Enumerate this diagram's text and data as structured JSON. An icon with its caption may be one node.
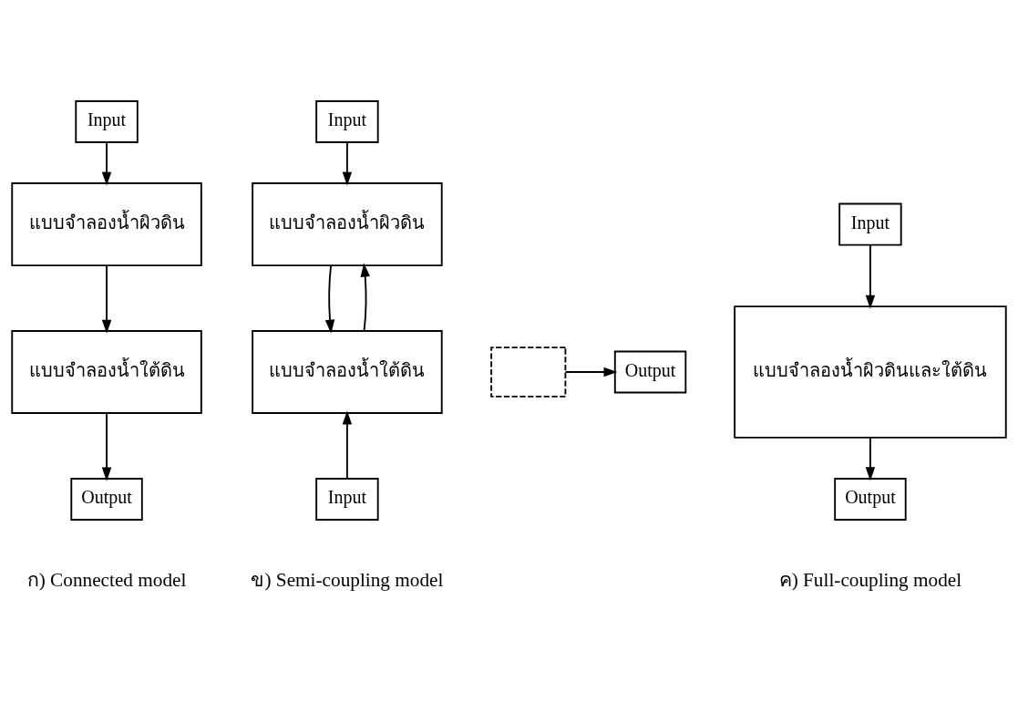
{
  "diagram": {
    "nodes": [
      {
        "text": [
          "Input"
        ]
      },
      {
        "text": [
          "แบบจำลองน้ำผิวดิน"
        ]
      },
      {
        "text": [
          "แบบจำลองน้ำใต้ดิน"
        ]
      },
      {
        "text": [
          "Output"
        ]
      },
      {
        "text": [
          "Input"
        ]
      },
      {
        "text": [
          "แบบจำลองน้ำผิวดิน"
        ]
      },
      {
        "text": [],
        "shape": "box"
      },
      {
        "text": [
          "Output"
        ]
      },
      {
        "text": [
          "แบบจำลองน้ำใต้ดิน"
        ]
      },
      {
        "text": [
          "Input"
        ]
      },
      {
        "text": [
          "Input"
        ]
      },
      {
        "text": [
          "แบบจำลองน้ำผิวดินและใต้ดิน"
        ]
      },
      {
        "text": [
          "Output"
        ]
      }
    ],
    "edges": [
      {
        "from": 0,
        "to": 1,
        "arrow": "to"
      },
      {
        "from": 1,
        "to": 2,
        "arrow": "to"
      },
      {
        "from": 2,
        "to": 3,
        "arrow": "to"
      },
      {
        "from": 4,
        "to": 5,
        "arrow": "to"
      },
      {
        "from": 5,
        "to": 8,
        "arrow": "to"
      },
      {
        "from": 8,
        "to": 5,
        "arrow": "to"
      },
      {
        "from": 6,
        "to": 7,
        "arrow": "to"
      },
      {
        "from": 9,
        "to": 8,
        "arrow": "to"
      },
      {
        "from": 10,
        "to": 11,
        "arrow": "to"
      },
      {
        "from": 11,
        "to": 12,
        "arrow": "to"
      }
    ],
    "labels": [
      "ก) Connected model",
      "ข) Semi-coupling model",
      "ค) Full-coupling model"
    ]
  }
}
